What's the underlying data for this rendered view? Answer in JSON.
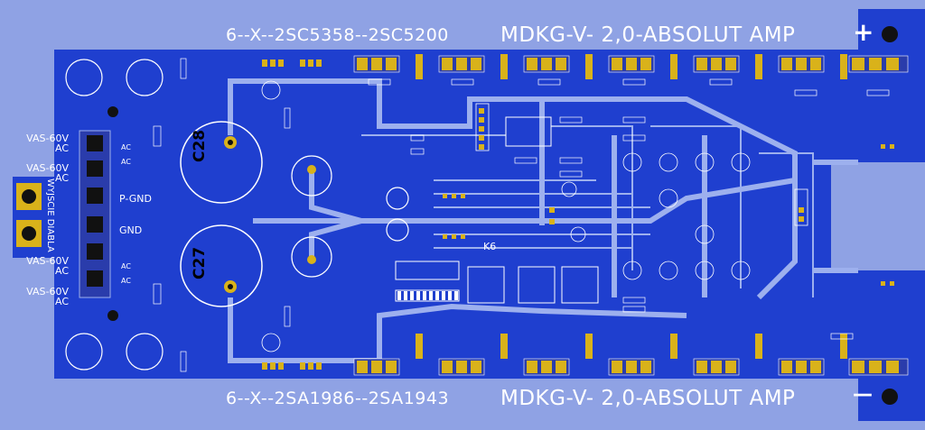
{
  "board": {
    "colors": {
      "board": "#1f3fcf",
      "frame": "#8fa2e4",
      "trace": "#9db0ee",
      "pad": "#d9b21a",
      "silk": "#ffffff"
    },
    "top_transistor_label": "6--X--2SC5358--2SC5200",
    "bottom_transistor_label": "6--X--2SA1986--2SA1943",
    "top_title": "MDKG-V- 2,0-ABSOLUT AMP",
    "bottom_title": "MDKG-V- 2,0-ABSOLUT AMP",
    "plus_sign": "+",
    "minus_sign": "—",
    "fuse_label": "WYJSCIE DIABLA",
    "power_labels": [
      {
        "line1": "VAS-60V",
        "line2": "AC"
      },
      {
        "line1": "VAS-60V",
        "line2": "AC"
      },
      {
        "line1": "VAS-60V",
        "line2": "AC"
      },
      {
        "line1": "VAS-60V",
        "line2": "AC"
      }
    ],
    "pgnd_label": "P-GND",
    "gnd_label": "GND",
    "ac_labels": [
      "AC",
      "AC",
      "AC",
      "AC"
    ],
    "big_caps": [
      "C28",
      "C27"
    ],
    "k6_label": "K6"
  }
}
